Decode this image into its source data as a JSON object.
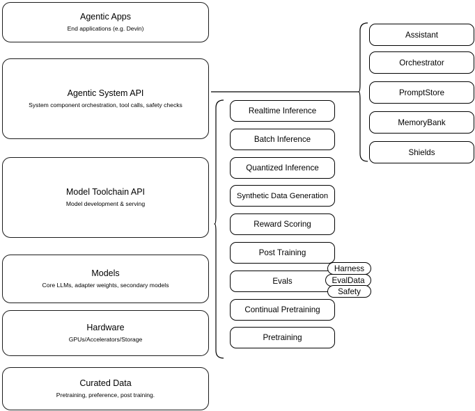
{
  "diagram": {
    "title": "AI stack layered architecture diagram",
    "stroke_color": "#000000",
    "background_color": "#ffffff"
  },
  "stack_layers": [
    {
      "name": "agentic-apps",
      "title": "Agentic Apps",
      "subtitle": "End applications (e.g. Devin)"
    },
    {
      "name": "agentic-system-api",
      "title": "Agentic System API",
      "subtitle": "System component orchestration, tool calls, safety checks"
    },
    {
      "name": "model-toolchain-api",
      "title": "Model Toolchain API",
      "subtitle": "Model development & serving"
    },
    {
      "name": "models",
      "title": "Models",
      "subtitle": "Core LLMs, adapter weights, secondary models"
    },
    {
      "name": "hardware",
      "title": "Hardware",
      "subtitle": "GPUs/Accelerators/Storage"
    },
    {
      "name": "curated-data",
      "title": "Curated Data",
      "subtitle": "Pretraining, preference, post training."
    }
  ],
  "toolchain_components": [
    {
      "name": "realtime-inference",
      "label": "Realtime Inference"
    },
    {
      "name": "batch-inference",
      "label": "Batch Inference"
    },
    {
      "name": "quantized-inference",
      "label": "Quantized Inference"
    },
    {
      "name": "synthetic-data-generation",
      "label": "Synthetic Data Generation"
    },
    {
      "name": "reward-scoring",
      "label": "Reward Scoring"
    },
    {
      "name": "post-training",
      "label": "Post Training"
    },
    {
      "name": "evals",
      "label": "Evals"
    },
    {
      "name": "continual-pretraining",
      "label": "Continual Pretraining"
    },
    {
      "name": "pretraining",
      "label": "Pretraining"
    }
  ],
  "eval_subcomponents": [
    {
      "name": "harness",
      "label": "Harness"
    },
    {
      "name": "evaldata",
      "label": "EvalData"
    },
    {
      "name": "safety",
      "label": "Safety"
    }
  ],
  "agentic_system_components": [
    {
      "name": "assistant",
      "label": "Assistant"
    },
    {
      "name": "orchestrator",
      "label": "Orchestrator"
    },
    {
      "name": "promptstore",
      "label": "PromptStore"
    },
    {
      "name": "memorybank",
      "label": "MemoryBank"
    },
    {
      "name": "shields",
      "label": "Shields"
    }
  ]
}
